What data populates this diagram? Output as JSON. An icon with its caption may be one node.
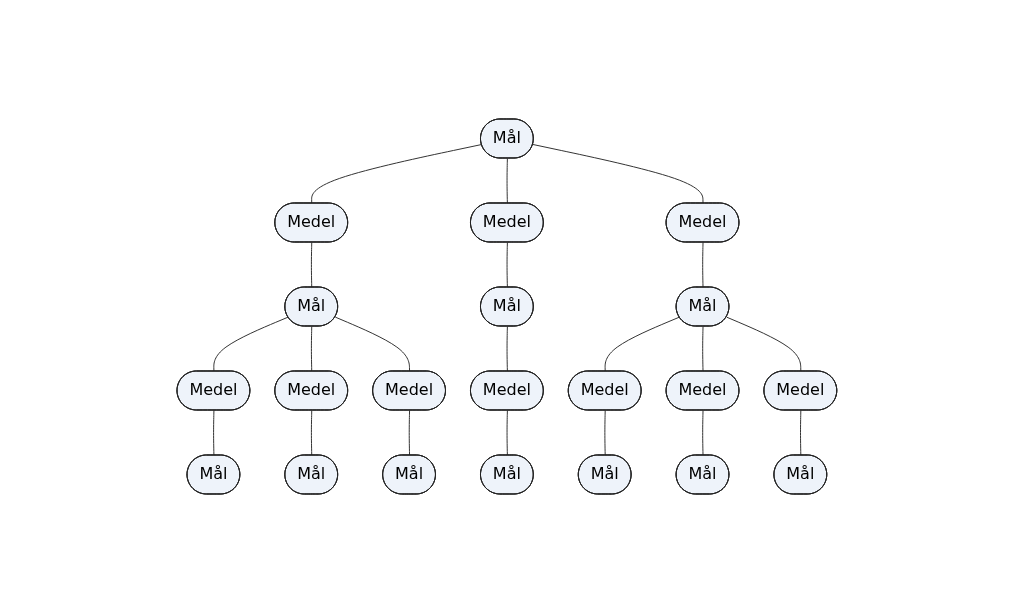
{
  "diagram": {
    "nodes": [
      {
        "text": [
          "Mål"
        ]
      },
      {
        "text": [
          "Medel"
        ]
      },
      {
        "text": [
          "Medel"
        ]
      },
      {
        "text": [
          "Medel"
        ]
      },
      {
        "text": [
          "Mål"
        ]
      },
      {
        "text": [
          "Mål"
        ]
      },
      {
        "text": [
          "Mål"
        ]
      },
      {
        "text": [
          "Medel"
        ]
      },
      {
        "text": [
          "Medel"
        ]
      },
      {
        "text": [
          "Medel"
        ]
      },
      {
        "text": [
          "Medel"
        ]
      },
      {
        "text": [
          "Medel"
        ]
      },
      {
        "text": [
          "Medel"
        ]
      },
      {
        "text": [
          "Medel"
        ]
      },
      {
        "text": [
          "Mål"
        ]
      },
      {
        "text": [
          "Mål"
        ]
      },
      {
        "text": [
          "Mål"
        ]
      },
      {
        "text": [
          "Mål"
        ]
      },
      {
        "text": [
          "Mål"
        ]
      },
      {
        "text": [
          "Mål"
        ]
      },
      {
        "text": [
          "Mål"
        ]
      }
    ],
    "edges": [
      {
        "from": 0,
        "to": 1,
        "arrow": "none"
      },
      {
        "from": 0,
        "to": 2,
        "arrow": "none"
      },
      {
        "from": 0,
        "to": 3,
        "arrow": "none"
      },
      {
        "from": 1,
        "to": 4,
        "arrow": "none"
      },
      {
        "from": 2,
        "to": 5,
        "arrow": "none"
      },
      {
        "from": 3,
        "to": 6,
        "arrow": "none"
      },
      {
        "from": 4,
        "to": 7,
        "arrow": "none"
      },
      {
        "from": 4,
        "to": 8,
        "arrow": "none"
      },
      {
        "from": 4,
        "to": 9,
        "arrow": "none"
      },
      {
        "from": 5,
        "to": 10,
        "arrow": "none"
      },
      {
        "from": 6,
        "to": 11,
        "arrow": "none"
      },
      {
        "from": 6,
        "to": 12,
        "arrow": "none"
      },
      {
        "from": 6,
        "to": 13,
        "arrow": "none"
      },
      {
        "from": 7,
        "to": 14,
        "arrow": "none"
      },
      {
        "from": 8,
        "to": 15,
        "arrow": "none"
      },
      {
        "from": 9,
        "to": 16,
        "arrow": "none"
      },
      {
        "from": 10,
        "to": 17,
        "arrow": "none"
      },
      {
        "from": 11,
        "to": 18,
        "arrow": "none"
      },
      {
        "from": 12,
        "to": 19,
        "arrow": "none"
      },
      {
        "from": 13,
        "to": 20,
        "arrow": "none"
      }
    ]
  }
}
